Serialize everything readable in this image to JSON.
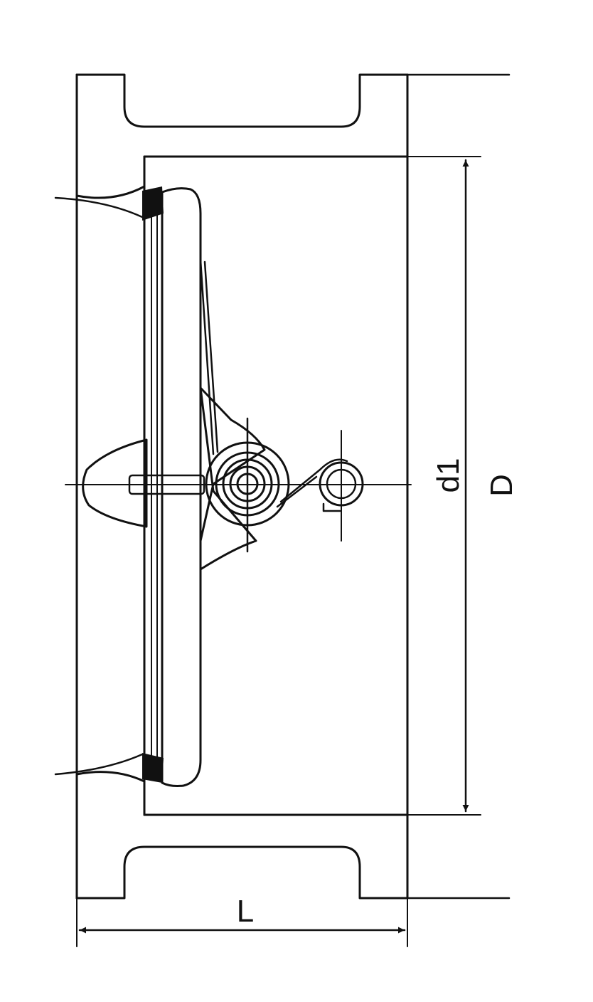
{
  "diagram": {
    "kind": "wafer check valve cross-section",
    "labels": {
      "length": "L",
      "inner_diameter": "d1",
      "outer_diameter": "D"
    }
  },
  "colors": {
    "ink": "#111111",
    "background": "#ffffff"
  }
}
